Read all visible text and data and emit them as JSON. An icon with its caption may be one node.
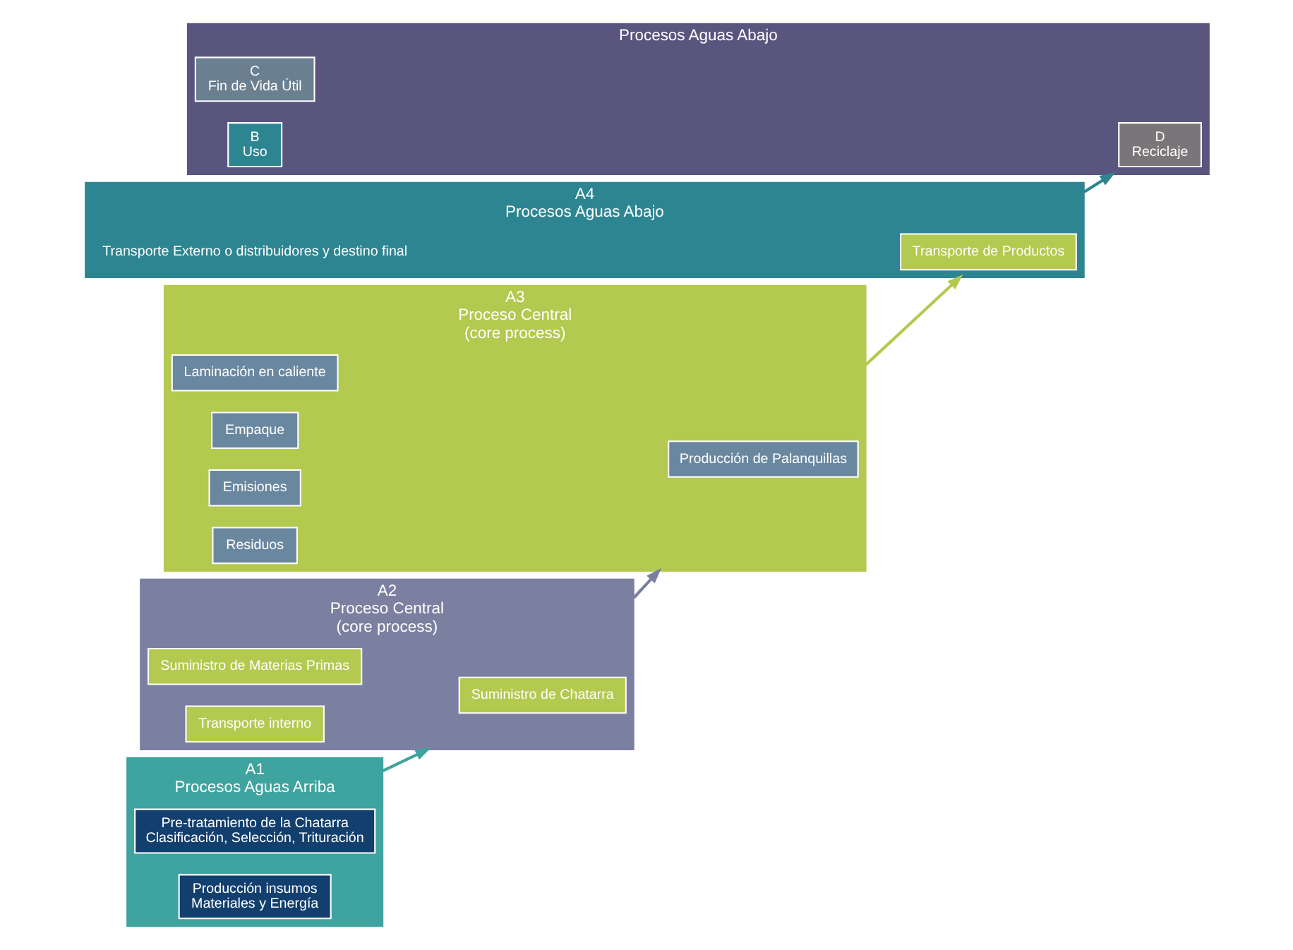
{
  "diagram": {
    "nodes": [
      {
        "text": [
          "A2",
          "Proceso Central",
          "(core process)"
        ]
      },
      {
        "text": [
          "Suministro de Chatarra"
        ],
        "in": 0
      },
      {
        "text": [
          "Suministro de Materias Primas"
        ],
        "in": 0
      },
      {
        "text": [
          "Transporte interno"
        ],
        "in": 0
      },
      {
        "text": [
          "A1",
          "Procesos Aguas Arriba"
        ]
      },
      {
        "text": [
          "Pre-tratamiento de la Chatarra",
          "Clasificación, Selección, Trituración"
        ],
        "in": 4
      },
      {
        "text": [
          "Producción insumos",
          "Materiales y Energía"
        ],
        "in": 4
      },
      {
        "text": [
          "A3",
          "Proceso Central",
          "(core process)"
        ]
      },
      {
        "text": [
          "Producción de Palanquillas"
        ],
        "in": 7
      },
      {
        "text": [
          "Laminación en caliente"
        ],
        "in": 7
      },
      {
        "text": [
          "Empaque"
        ],
        "in": 7
      },
      {
        "text": [
          "Emisiones"
        ],
        "in": 7
      },
      {
        "text": [
          "Residuos"
        ],
        "in": 7
      },
      {
        "text": [
          "A4",
          "Procesos Aguas Abajo"
        ]
      },
      {
        "text": [
          "Transporte de Productos"
        ],
        "in": 13
      },
      {
        "text": [
          "Transporte Externo o distribuidores y destino final"
        ],
        "in": 13
      },
      {
        "text": [
          "Procesos Aguas Abajo"
        ]
      },
      {
        "text": [
          "D",
          "Reciclaje"
        ],
        "in": 16
      },
      {
        "text": [
          "C",
          "Fin de Vida Útil"
        ],
        "in": 16
      },
      {
        "text": [
          "B",
          "Uso"
        ],
        "in": 16
      }
    ],
    "edges": [
      {
        "from": 4,
        "to": 0,
        "arrow": "to",
        "color": "#3fa39f"
      },
      {
        "from": 0,
        "to": 7,
        "arrow": "to",
        "color": "#7b80a0"
      },
      {
        "from": 7,
        "to": 13,
        "arrow": "to",
        "color": "#b3c94f"
      },
      {
        "from": 13,
        "to": 16,
        "arrow": "to",
        "color": "#2e8592"
      }
    ]
  }
}
